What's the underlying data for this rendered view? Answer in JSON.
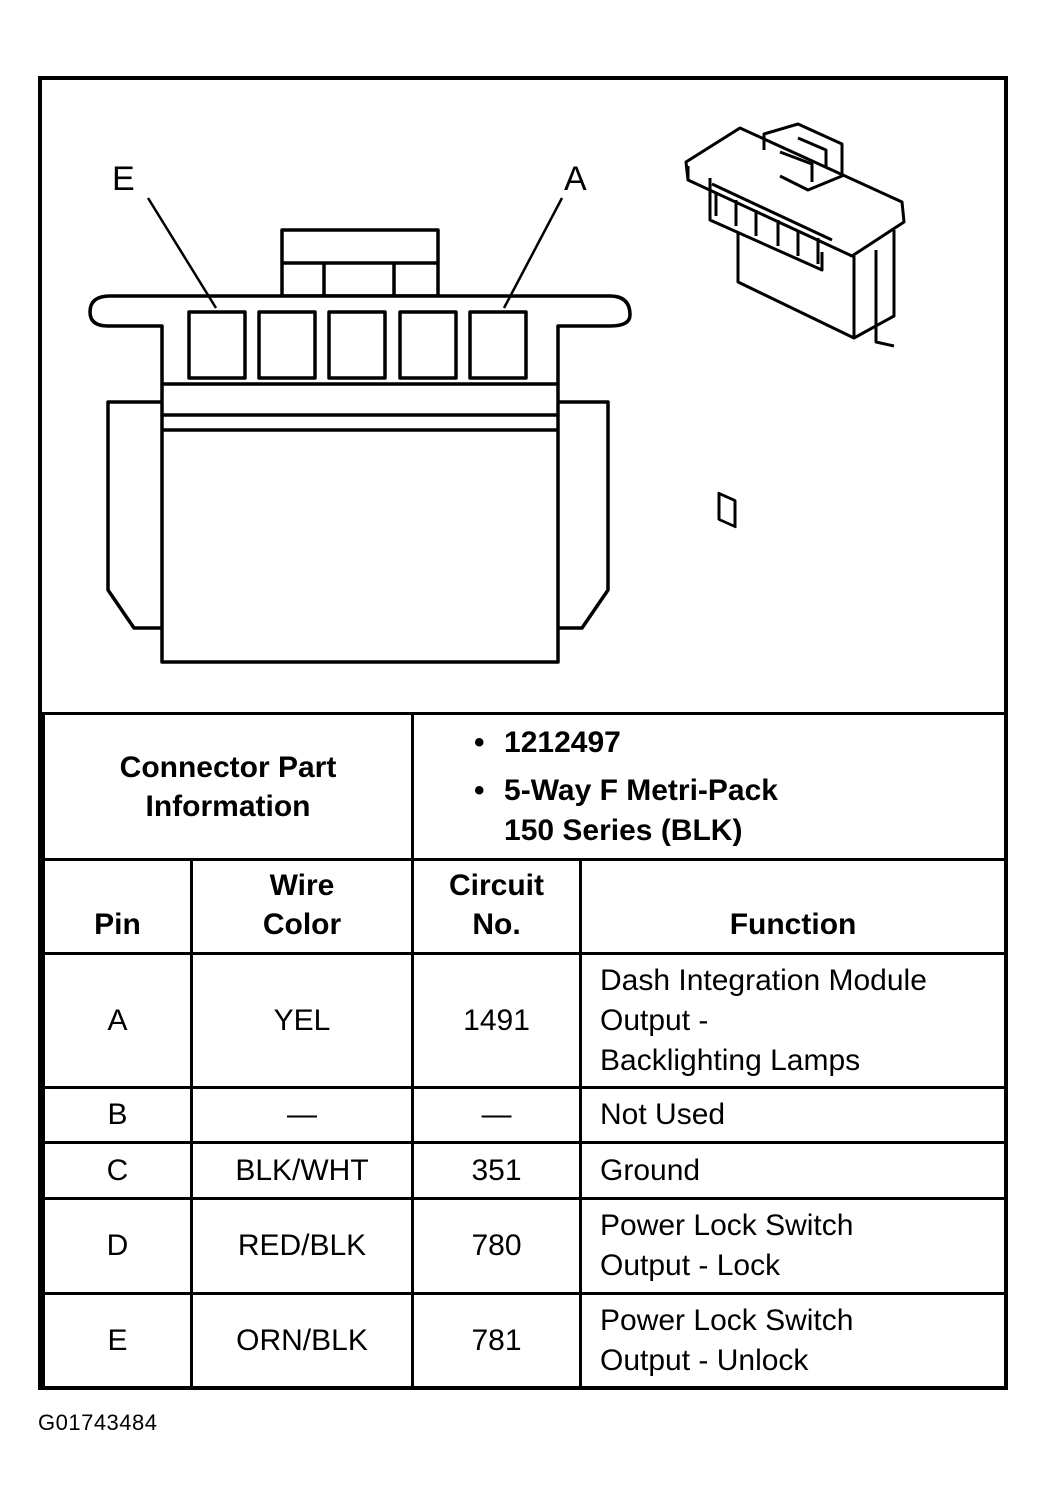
{
  "pin_labels": {
    "left": "E",
    "right": "A"
  },
  "connector_info": {
    "label_line1": "Connector Part",
    "label_line2": "Information",
    "part_number": "1212497",
    "description_line1": "5-Way F Metri-Pack",
    "description_line2": "150 Series (BLK)"
  },
  "table": {
    "headers": {
      "pin": "Pin",
      "wire_line1": "Wire",
      "wire_line2": "Color",
      "circuit_line1": "Circuit",
      "circuit_line2": "No.",
      "function": "Function"
    },
    "rows": [
      {
        "pin": "A",
        "wire": "YEL",
        "circuit": "1491",
        "function": [
          "Dash Integration Module",
          "Output -",
          "Backlighting Lamps"
        ]
      },
      {
        "pin": "B",
        "wire": "—",
        "circuit": "—",
        "function": [
          "Not Used"
        ]
      },
      {
        "pin": "C",
        "wire": "BLK/WHT",
        "circuit": "351",
        "function": [
          "Ground"
        ]
      },
      {
        "pin": "D",
        "wire": "RED/BLK",
        "circuit": "780",
        "function": [
          "Power Lock Switch",
          "Output - Lock"
        ]
      },
      {
        "pin": "E",
        "wire": "ORN/BLK",
        "circuit": "781",
        "function": [
          "Power Lock Switch",
          "Output - Unlock"
        ]
      }
    ]
  },
  "figure_id": "G01743484"
}
